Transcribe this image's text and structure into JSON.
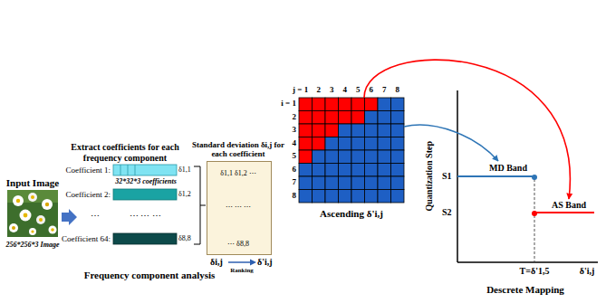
{
  "diagram": {
    "nodes": [
      {
        "text": [
          "Standard deviation δi,j for each coefficient",
          "δ1,1 δ1,2 ⋯",
          "⋯ ⋯ ⋯",
          "⋯ δ8,8"
        ]
      },
      {
        "text": [
          "Ascending δ'i,j"
        ]
      },
      {
        "text": [
          "MD Band"
        ]
      },
      {
        "text": [
          "AS Band"
        ]
      }
    ],
    "edges": [
      {
        "from": 1,
        "to": 2,
        "arrow": "to"
      },
      {
        "from": 1,
        "to": 3,
        "arrow": "to"
      }
    ],
    "labels": [
      "Input Image",
      "256*256*3 Image",
      "Extract coefficients for each frequency component",
      "Coefficient 1:",
      "32*32*3 coefficients",
      "δ1,1",
      "Coefficient 2:",
      "δ1,2",
      "⋯",
      "⋯ ⋯ ⋯",
      "Coefficient 64:",
      "δ8,8",
      "δi,j",
      "Ranking",
      "δ'i,j",
      "Frequency component analysis",
      "j = 1",
      "2",
      "3",
      "4",
      "5",
      "6",
      "7",
      "8",
      "i = 1",
      "2",
      "3",
      "4",
      "5",
      "6",
      "7",
      "8",
      "Quantization Step",
      "S1",
      "S2",
      "T=δ'1,5",
      "δ'i,j",
      "Descrete Mapping"
    ]
  }
}
